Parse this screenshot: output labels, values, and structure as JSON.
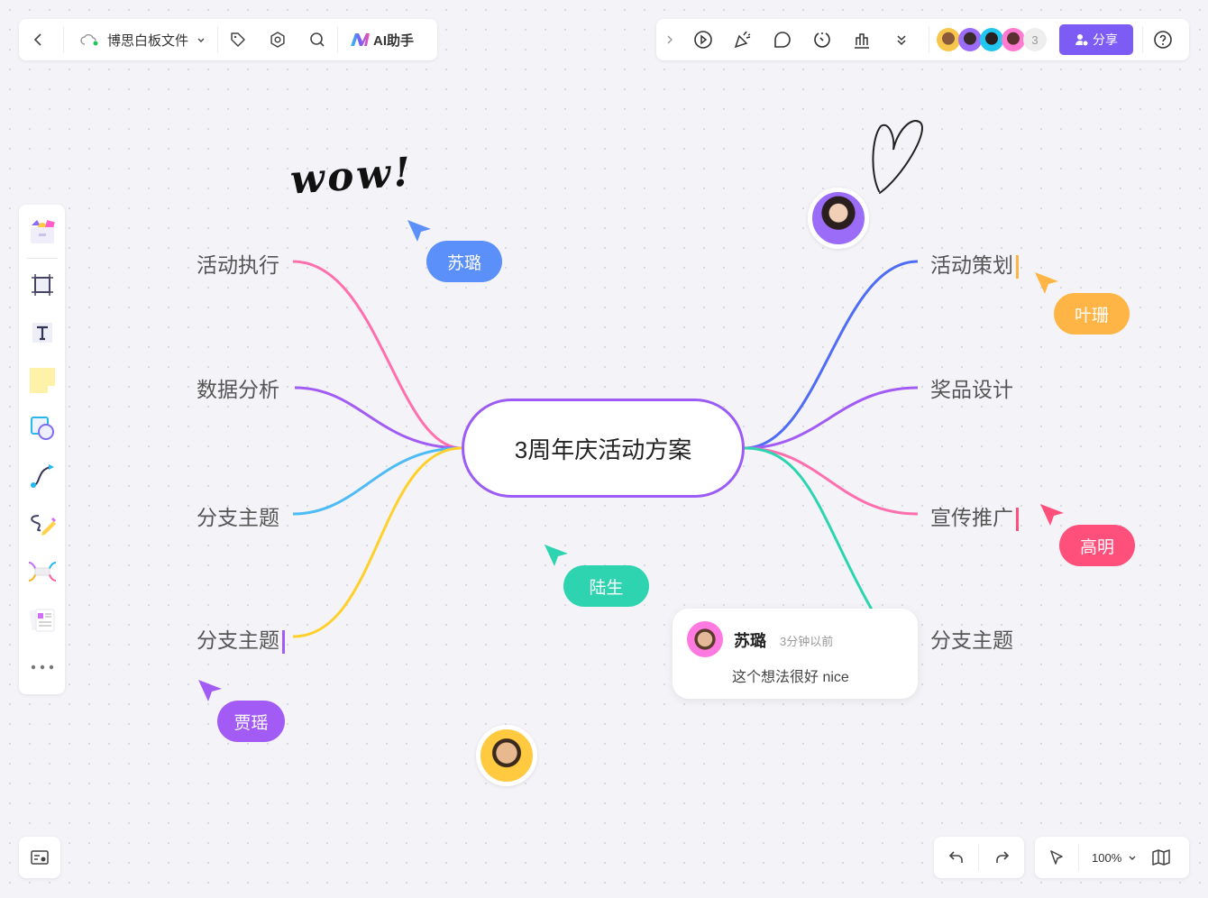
{
  "topbar": {
    "file_name": "博思白板文件",
    "ai_label": "AI助手",
    "collab_count": "3",
    "share_label": "分享"
  },
  "mindmap": {
    "center": "3周年庆活动方案",
    "left": [
      {
        "label": "活动执行",
        "color": "#ff6fae"
      },
      {
        "label": "数据分析",
        "color": "#a25cf5"
      },
      {
        "label": "分支主题",
        "color": "#4dbbf5"
      },
      {
        "label": "分支主题",
        "color": "#ffd02a"
      }
    ],
    "right": [
      {
        "label": "活动策划",
        "color": "#4f6cf7"
      },
      {
        "label": "奖品设计",
        "color": "#a25cf5"
      },
      {
        "label": "宣传推广",
        "color": "#ff6fae"
      },
      {
        "label": "分支主题",
        "color": "#2dd4b0"
      }
    ]
  },
  "cursors": [
    {
      "name": "苏璐",
      "color": "#5b8ff9"
    },
    {
      "name": "叶珊",
      "color": "#ffb545"
    },
    {
      "name": "高明",
      "color": "#ff4f7b"
    },
    {
      "name": "陆生",
      "color": "#2ed3b0"
    },
    {
      "name": "贾瑶",
      "color": "#a25cf5"
    }
  ],
  "handwriting": "wow!",
  "comment": {
    "author": "苏璐",
    "time": "3分钟以前",
    "text": "这个想法很好 nice"
  },
  "bottom": {
    "zoom": "100%"
  }
}
